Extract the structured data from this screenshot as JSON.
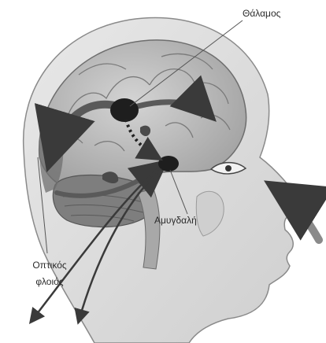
{
  "labels": {
    "thalamus": "Θάλαμος",
    "amygdala": "Αμυγδαλή",
    "visual_cortex_line1": "Οπτικός",
    "visual_cortex_line2": "φλοιός"
  },
  "colors": {
    "skin": "#dcdcdc",
    "brain": "#c2c2c2",
    "brain_shadow": "#9a9a9a",
    "cerebellum": "#7e7e7e",
    "arrow": "#5a5a5a",
    "nucleus": "#1e1e1e",
    "text": "#2b2b2b"
  }
}
